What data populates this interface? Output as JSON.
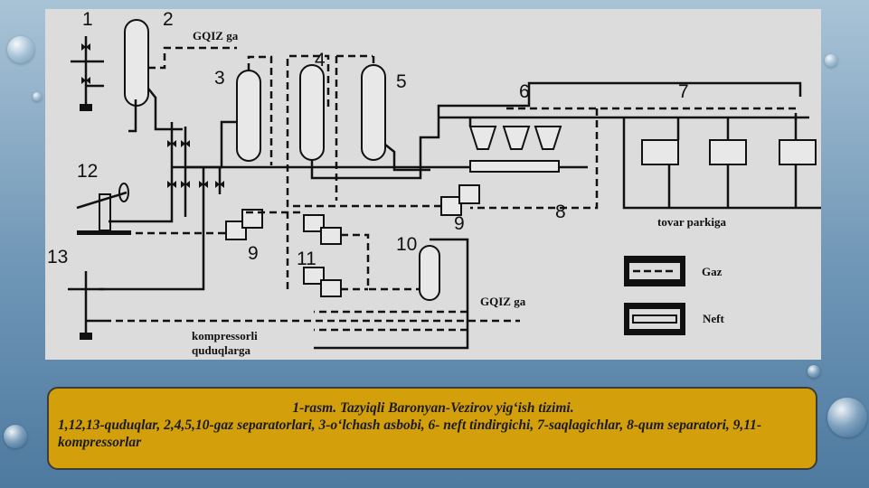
{
  "diagram": {
    "labels": {
      "l1": "1",
      "l2": "2",
      "l3": "3",
      "l4": "4",
      "l5": "5",
      "l6": "6",
      "l7": "7",
      "l8": "8",
      "l9a": "9",
      "l9b": "9",
      "l10": "10",
      "l11": "11",
      "l12": "12",
      "l13": "13"
    },
    "gqiz_top": "GQIZ ga",
    "gqiz_bottom": "GQIZ ga",
    "tovar": "tovar parkiga",
    "kompressorli": "kompressorli",
    "quduqlarga": "quduqlarga",
    "legend": {
      "gas": "Gaz",
      "oil": "Neft"
    }
  },
  "caption": {
    "title": "1-rasm. Tazyiqli Baronyan-Vezirov yig‘ish tizimi.",
    "text": "1,12,13-quduqlar, 2,4,5,10-gaz separatorlari, 3-o‘lchash asbobi, 6- neft tindirgichi, 7-saqlagichlar, 8-qum separatori, 9,11-kompressorlar"
  },
  "colors": {
    "caption_bg": "#d3a00c",
    "diagram_bg": "#dcdcdc"
  }
}
